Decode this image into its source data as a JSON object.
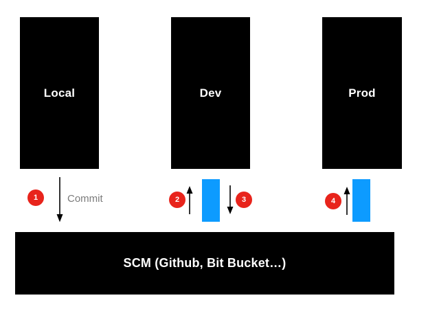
{
  "environments": [
    {
      "label": "Local"
    },
    {
      "label": "Dev"
    },
    {
      "label": "Prod"
    }
  ],
  "scm_label": "SCM (Github, Bit Bucket…)",
  "steps": [
    {
      "number": "1",
      "label": "Commit"
    },
    {
      "number": "2"
    },
    {
      "number": "3"
    },
    {
      "number": "4"
    }
  ],
  "colors": {
    "box_black": "#000000",
    "badge_red": "#e8241c",
    "pipe_blue": "#0d9bff",
    "arrow_black": "#000000",
    "commit_gray": "#7b7b7b"
  }
}
